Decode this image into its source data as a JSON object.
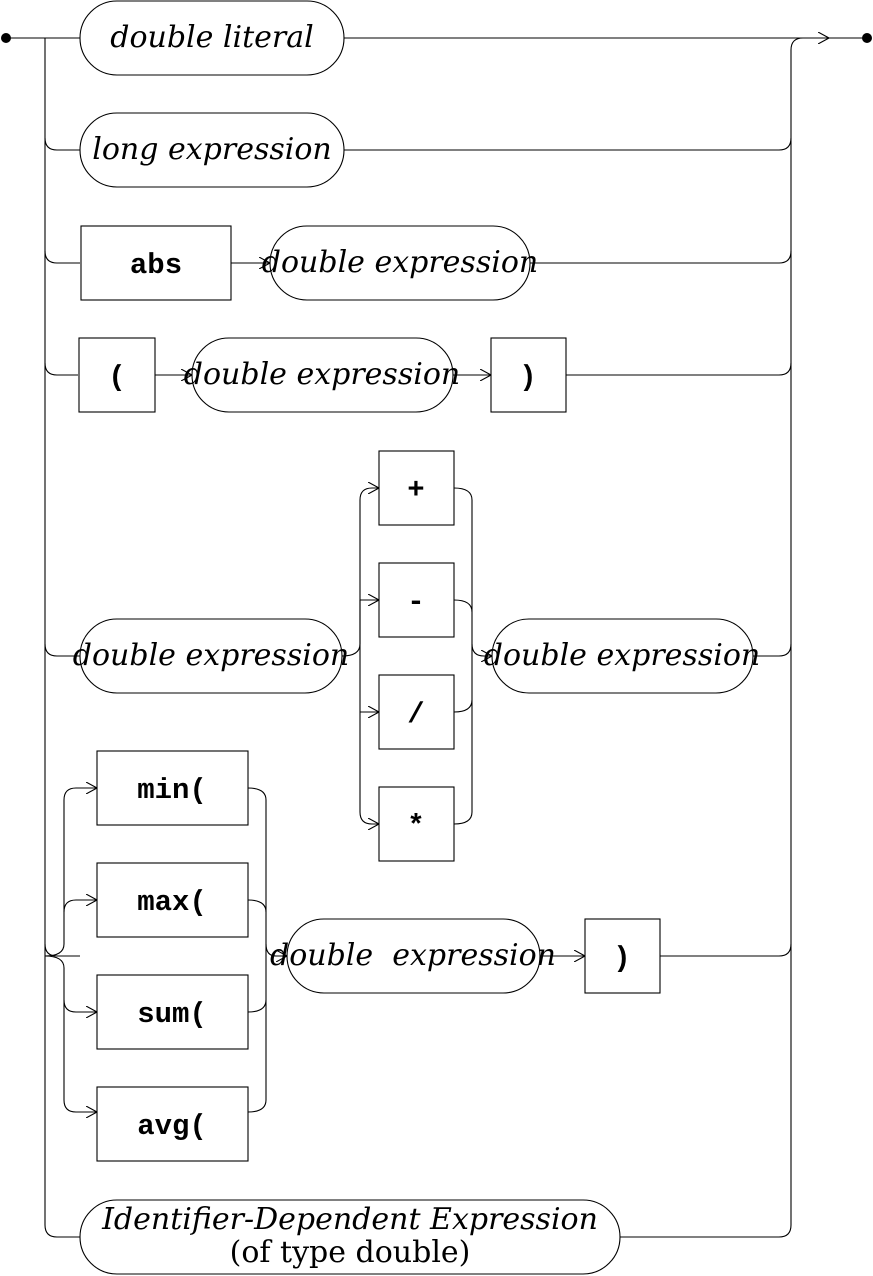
{
  "diagram": {
    "nonterminals": {
      "double_literal": "double literal",
      "long_expression": "long expression",
      "double_expression": "double expression",
      "double_expression_spaced": "double  expression",
      "identifier_dependent_line1": "Identifier-Dependent Expression",
      "identifier_dependent_line2": "(of type double)"
    },
    "terminals": {
      "abs": "abs",
      "open_paren": "(",
      "close_paren": ")",
      "plus": "+",
      "minus": "-",
      "divide": "/",
      "multiply": "*",
      "min": "min(",
      "max": "max(",
      "sum": "sum(",
      "avg": "avg("
    }
  }
}
